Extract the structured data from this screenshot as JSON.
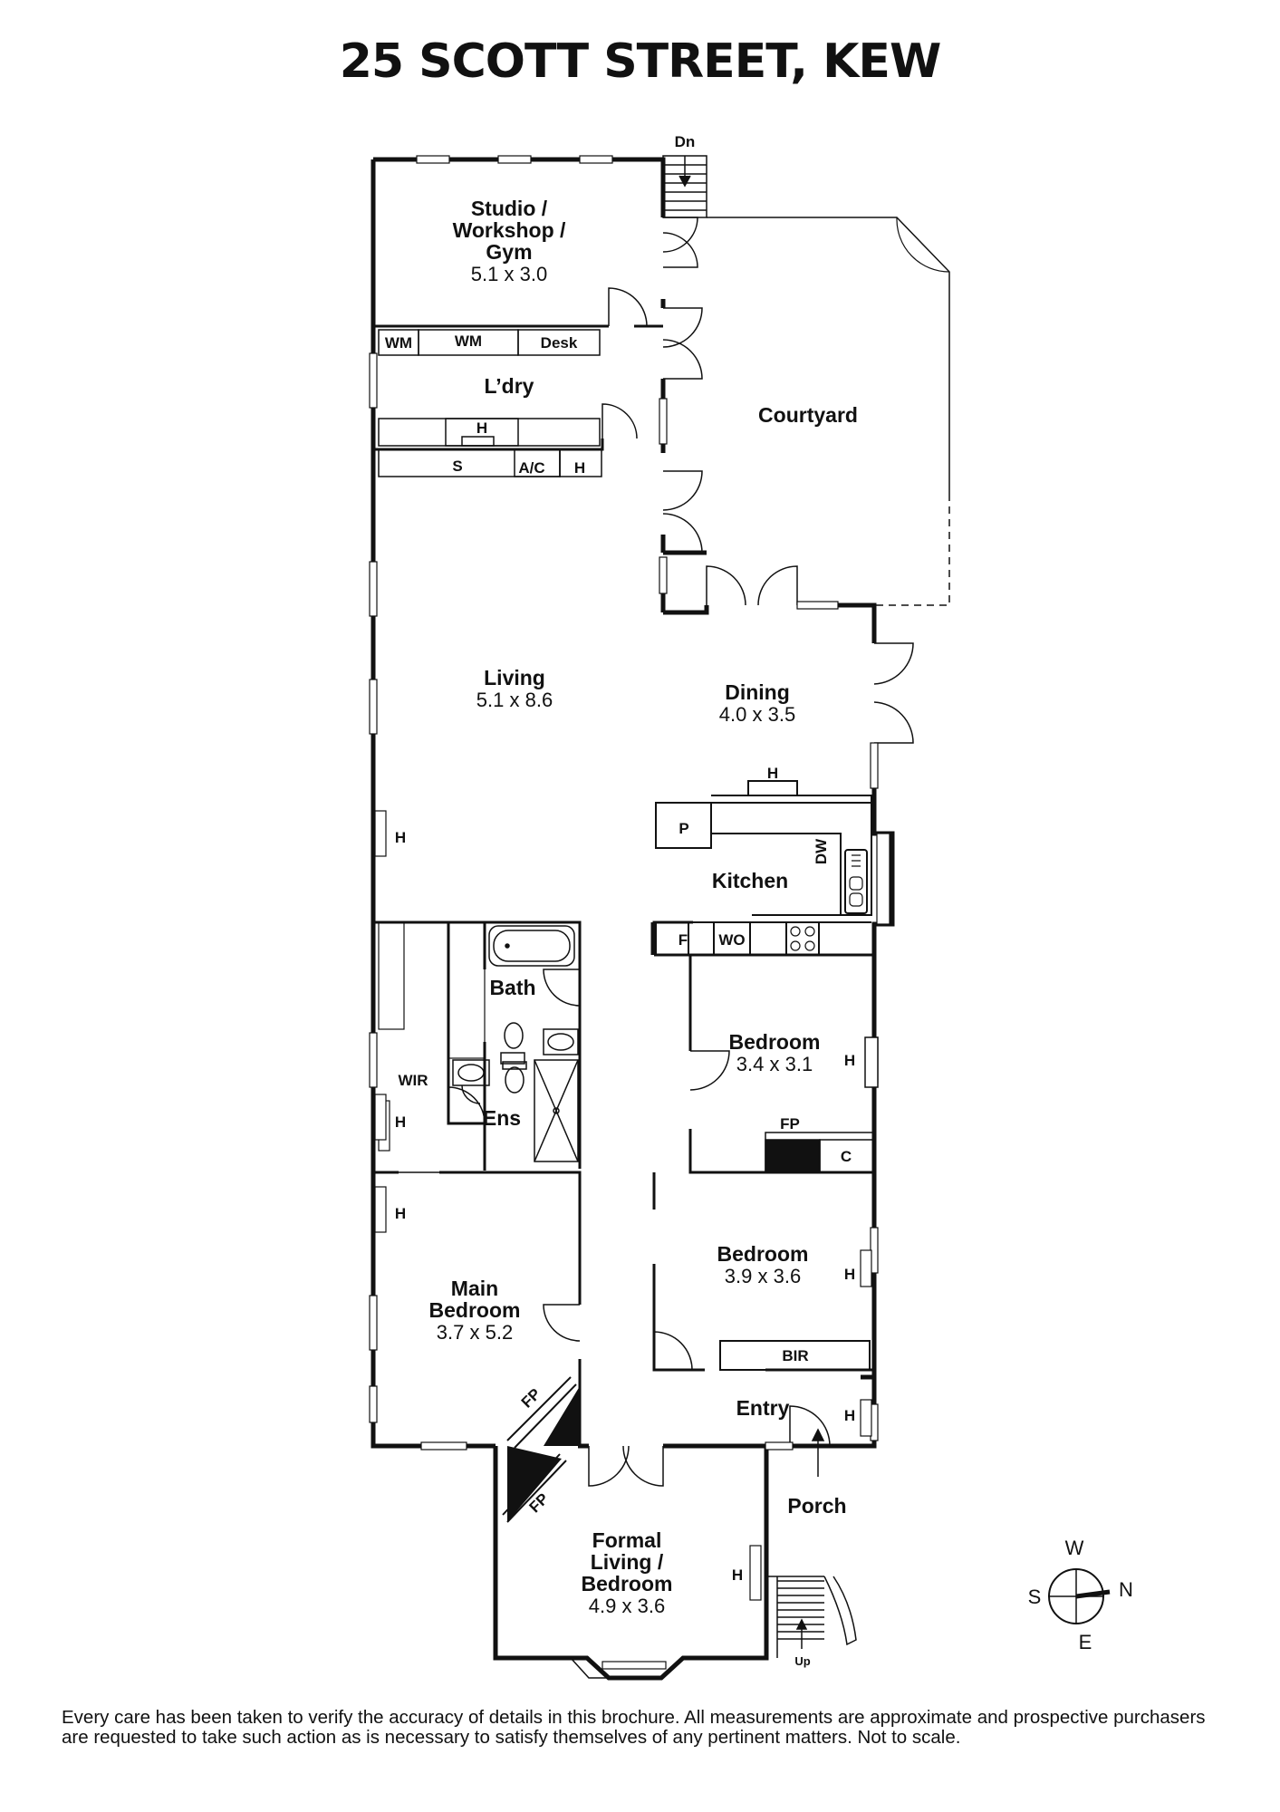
{
  "title": "25 SCOTT STREET, KEW",
  "disclaimer": "Every care has been taken to verify the accuracy of details in this brochure. All measurements are approximate and prospective purchasers are requested to take such action as is necessary to satisfy themselves of any pertinent matters. Not to scale.",
  "rooms": {
    "studio": {
      "line1": "Studio /",
      "line2": "Workshop /",
      "line3": "Gym",
      "dims": "5.1 x 3.0"
    },
    "laundry": {
      "name": "L’dry"
    },
    "courtyard": {
      "name": "Courtyard"
    },
    "living": {
      "name": "Living",
      "dims": "5.1 x 8.6"
    },
    "dining": {
      "name": "Dining",
      "dims": "4.0 x 3.5"
    },
    "kitchen": {
      "name": "Kitchen"
    },
    "bath": {
      "name": "Bath"
    },
    "wir": {
      "name": "WIR"
    },
    "ens": {
      "name": "Ens"
    },
    "bedroom2": {
      "name": "Bedroom",
      "dims": "3.4 x 3.1"
    },
    "bedroom3": {
      "name": "Bedroom",
      "dims": "3.9 x 3.6"
    },
    "main_bedroom": {
      "line1": "Main",
      "line2": "Bedroom",
      "dims": "3.7 x 5.2"
    },
    "entry": {
      "name": "Entry"
    },
    "porch": {
      "name": "Porch"
    },
    "formal": {
      "line1": "Formal",
      "line2": "Living /",
      "line3": "Bedroom",
      "dims": "4.9 x 3.6"
    }
  },
  "fixtures": {
    "wm": "WM",
    "desk": "Desk",
    "h": "H",
    "s": "S",
    "ac": "A/C",
    "p": "P",
    "dw": "DW",
    "f": "F",
    "wo": "WO",
    "fp": "FP",
    "c": "C",
    "bir": "BIR",
    "dn": "Dn",
    "up": "Up"
  },
  "compass": {
    "n": "N",
    "s": "S",
    "e": "E",
    "w": "W"
  }
}
